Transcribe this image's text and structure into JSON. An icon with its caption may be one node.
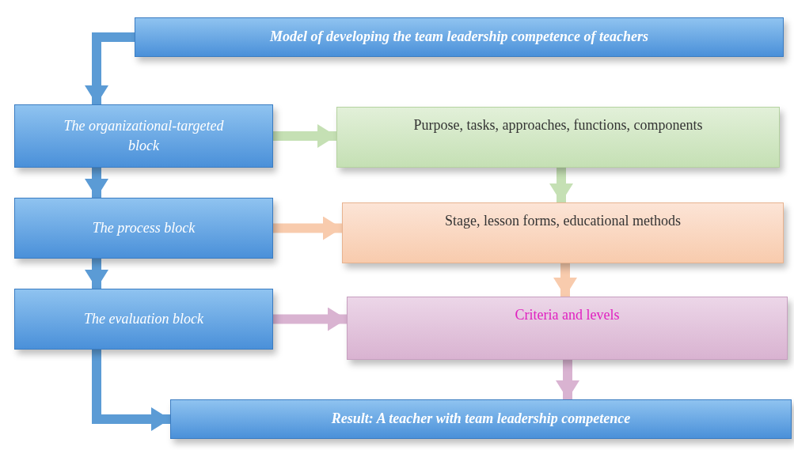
{
  "diagram": {
    "nodes": [
      {
        "text": [
          "Model of developing the team leadership competence of teachers"
        ]
      },
      {
        "text": [
          "The organizational-targeted block"
        ]
      },
      {
        "text": [
          "Purpose, tasks, approaches, functions, components"
        ]
      },
      {
        "text": [
          "The process block"
        ]
      },
      {
        "text": [
          "Stage, lesson forms, educational methods"
        ]
      },
      {
        "text": [
          "The evaluation block"
        ]
      },
      {
        "text": [
          "Criteria and levels"
        ]
      },
      {
        "text": [
          "Result: A teacher with team leadership competence"
        ]
      }
    ],
    "edges": [
      {
        "from": 0,
        "to": 1,
        "arrow": "to",
        "color": "#5b9bd5"
      },
      {
        "from": 1,
        "to": 3,
        "arrow": "to",
        "color": "#5b9bd5"
      },
      {
        "from": 3,
        "to": 5,
        "arrow": "to",
        "color": "#5b9bd5"
      },
      {
        "from": 5,
        "to": 7,
        "arrow": "to",
        "color": "#5b9bd5"
      },
      {
        "from": 1,
        "to": 2,
        "arrow": "to",
        "color": "#c5e0b4"
      },
      {
        "from": 3,
        "to": 4,
        "arrow": "to",
        "color": "#f8cbad"
      },
      {
        "from": 5,
        "to": 6,
        "arrow": "to",
        "color": "#d9b3d1"
      },
      {
        "from": 2,
        "to": 4,
        "arrow": "to",
        "color": "#c5e0b4"
      },
      {
        "from": 4,
        "to": 6,
        "arrow": "to",
        "color": "#f8cbad"
      },
      {
        "from": 6,
        "to": 7,
        "arrow": "to",
        "color": "#d9b3d1"
      }
    ]
  }
}
